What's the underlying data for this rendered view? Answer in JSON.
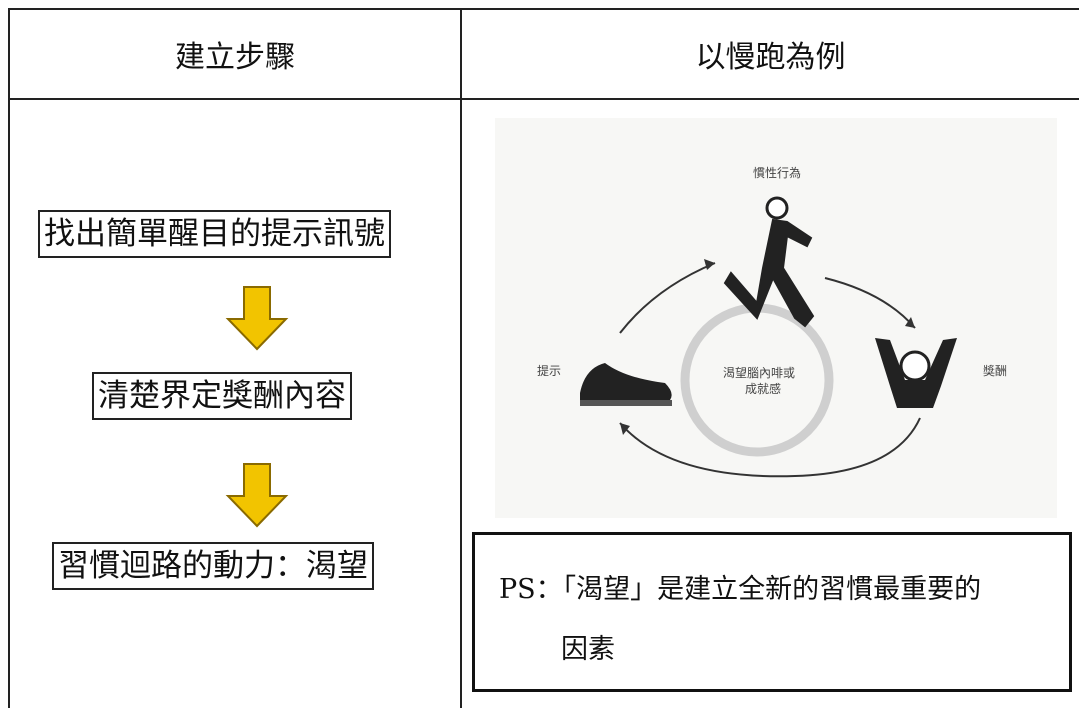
{
  "table": {
    "header_left": "建立步驟",
    "header_right": "以慢跑為例"
  },
  "steps": [
    {
      "label": "找出簡單醒目的提示訊號"
    },
    {
      "label": "清楚界定獎酬內容"
    },
    {
      "label": "習慣迴路的動力：渴望"
    }
  ],
  "figure": {
    "top_label": "慣性行為",
    "left_label": "提示",
    "right_label": "獎酬",
    "center_line1": "渴望腦內啡或",
    "center_line2": "成就感"
  },
  "note": {
    "line1": "PS：「渴望」是建立全新的習慣最重要的",
    "line2": "因素"
  },
  "colors": {
    "arrow_fill": "#F2C400",
    "arrow_stroke": "#8A6A00",
    "border": "#222222"
  }
}
